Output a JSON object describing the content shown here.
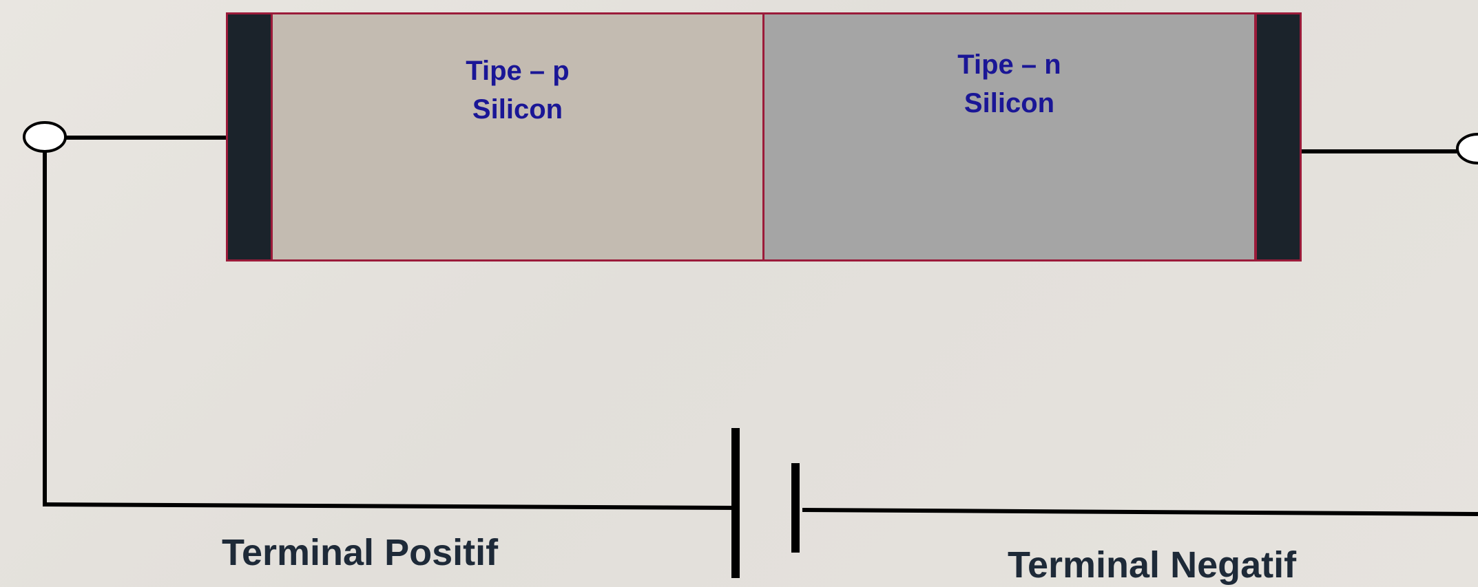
{
  "diagram": {
    "p_region": {
      "line1": "Tipe – p",
      "line2": "Silicon"
    },
    "n_region": {
      "line1": "Tipe – n",
      "line2": "Silicon"
    },
    "terminals": {
      "positive_label": "Terminal Positif",
      "negative_label": "Terminal Negatif"
    },
    "colors": {
      "p_region_fill": "#c3bbb1",
      "n_region_fill": "#a5a5a5",
      "contact_fill": "#1b232b",
      "region_border": "#9b1b3a",
      "region_text": "#1a1696",
      "label_text": "#1e2a38",
      "wire": "#000000"
    }
  }
}
